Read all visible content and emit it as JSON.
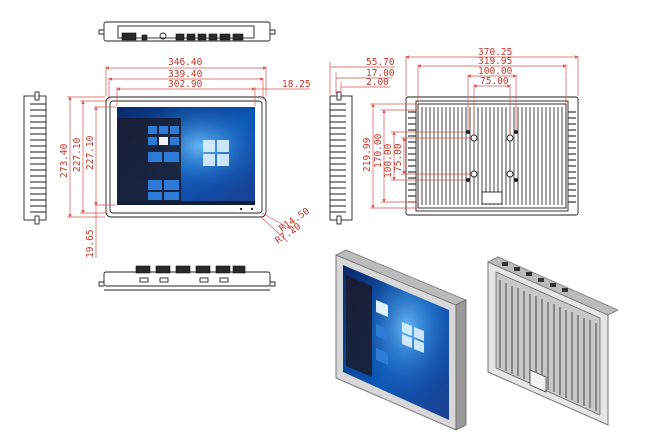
{
  "dimensions": {
    "front_width_outer": "346.40",
    "front_width_mid": "339.40",
    "front_width_screen": "302.90",
    "front_bezel_right": "18.25",
    "front_height_outer": "273.40",
    "front_height_mid": "227.10",
    "front_height_inner": "227.10",
    "front_bottom": "19.65",
    "radius_1": "R14.50",
    "radius_2": "R7.20",
    "side_depth_total": "55.70",
    "side_depth_mid": "17.00",
    "side_depth_small": "2.00",
    "back_width_total": "370.25",
    "back_width_holes": "319.95",
    "back_vesa_outer": "100.00",
    "back_vesa_inner": "75.00",
    "back_height_total": "219.99",
    "back_height_holes": "170.00",
    "back_vesa_v_outer": "100.00",
    "back_vesa_v_inner": "75.00"
  },
  "colors": {
    "dimension_line": "#d9534f",
    "outline": "#222222",
    "screen_blue": "#0b57b7",
    "housing": "#d8d8d8"
  },
  "icons": {
    "windows_logo": "windows-logo-icon"
  }
}
